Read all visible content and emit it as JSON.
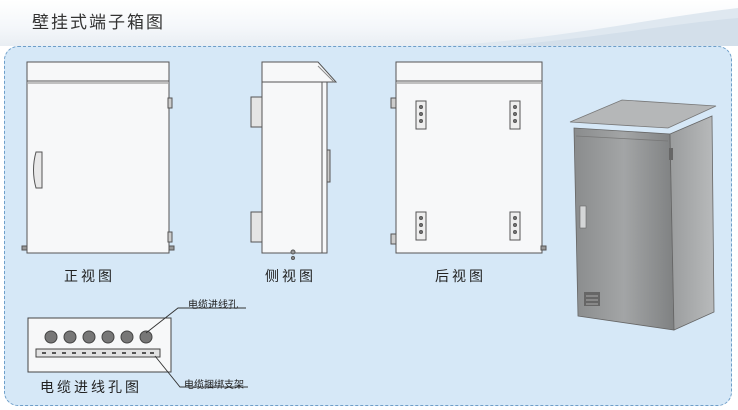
{
  "page_title": "壁挂式端子箱图",
  "views": {
    "front": "正视图",
    "side": "侧视图",
    "back": "后视图"
  },
  "cable_hole_view": {
    "caption": "电缆进线孔图",
    "hole_label": "电缆进线孔",
    "bracket_label": "电缆捆绑支架",
    "hole_count": 6
  }
}
